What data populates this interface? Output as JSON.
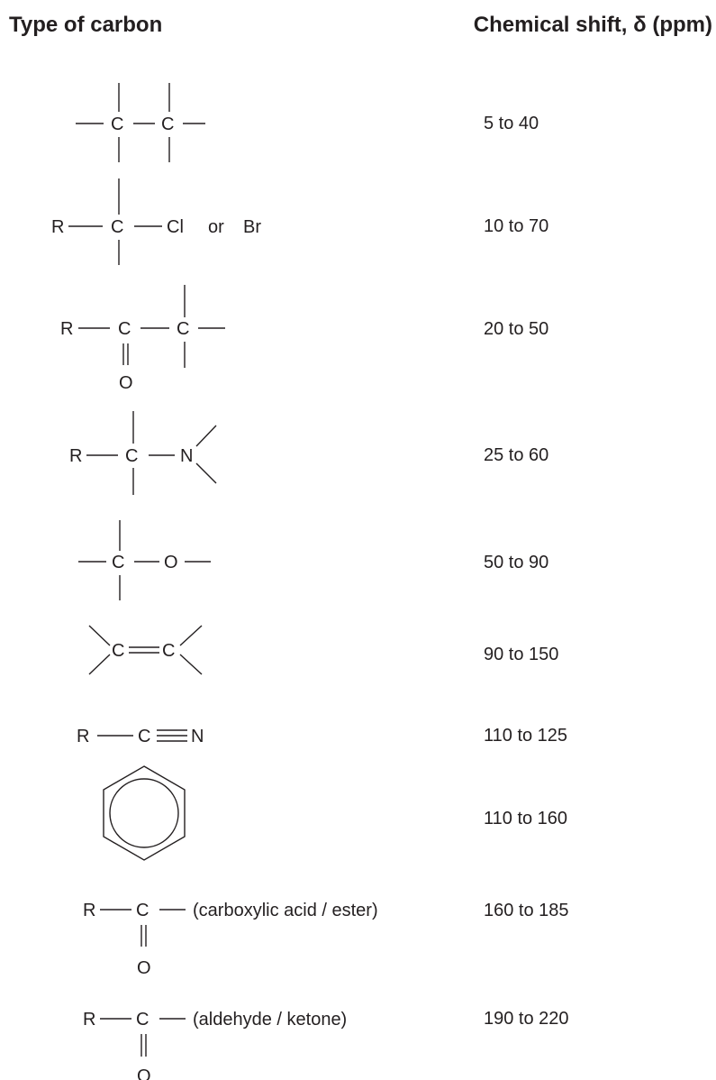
{
  "headers": {
    "type_label": "Type of carbon",
    "shift_label": "Chemical shift, δ (ppm)"
  },
  "atoms": {
    "carbon": "C",
    "R": "R",
    "oxygen": "O",
    "nitrogen": "N",
    "chlorine": "Cl",
    "bromine": "Br",
    "or": "or"
  },
  "rows": [
    {
      "shift": "5 to 40"
    },
    {
      "shift": "10 to 70"
    },
    {
      "shift": "20 to 50"
    },
    {
      "shift": "25 to 60"
    },
    {
      "shift": "50 to 90"
    },
    {
      "shift": "90 to 150"
    },
    {
      "shift": "110 to 125"
    },
    {
      "shift": "110 to 160"
    },
    {
      "shift": "160 to 185",
      "note": "(carboxylic acid / ester)"
    },
    {
      "shift": "190 to 220",
      "note": "(aldehyde / ketone)"
    }
  ],
  "colors": {
    "ink": "#231f20",
    "background": "#ffffff"
  }
}
